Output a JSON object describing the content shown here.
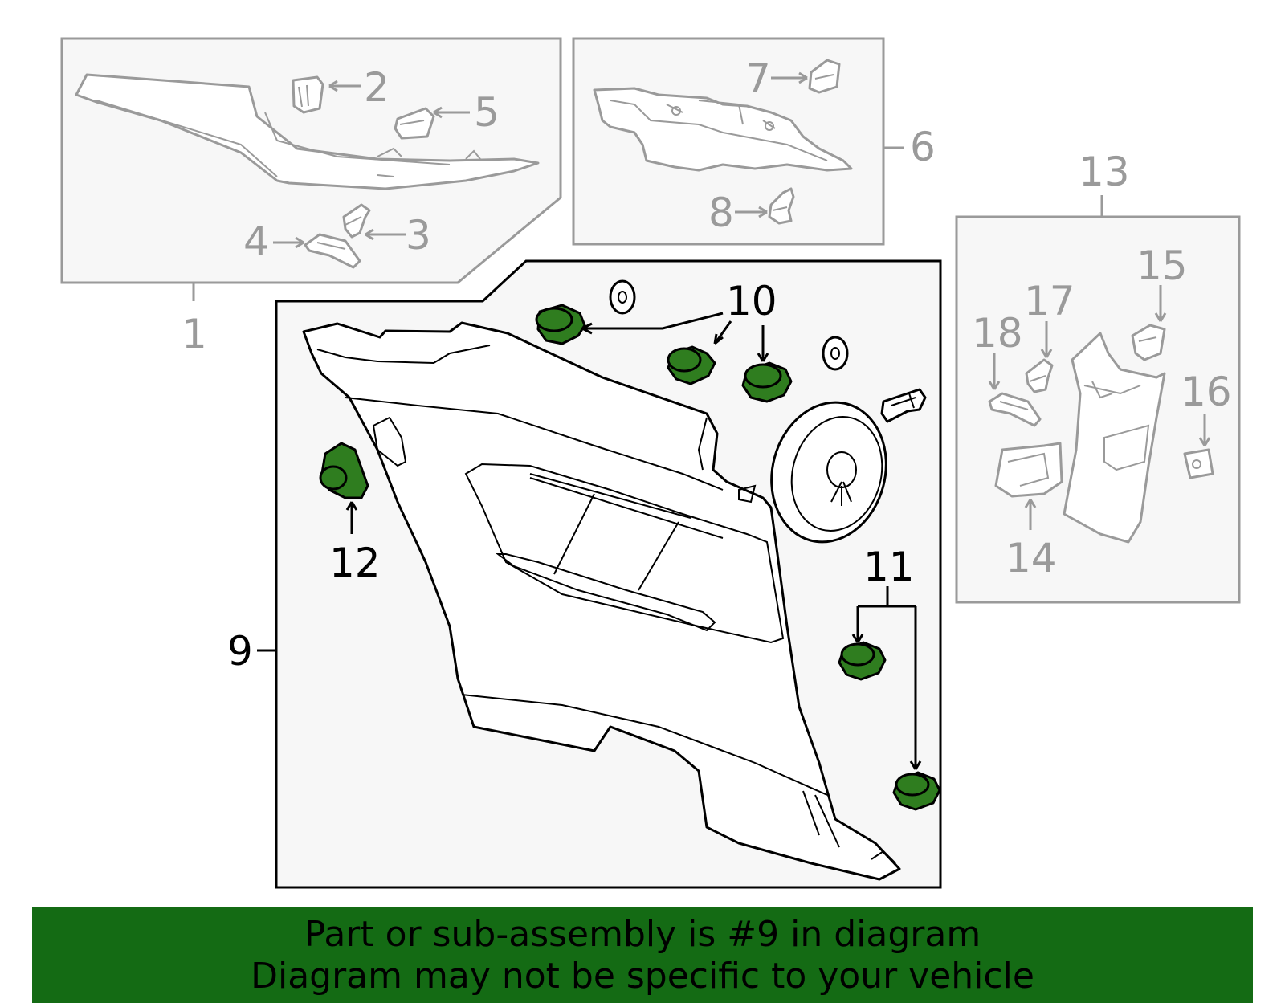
{
  "callouts": {
    "c1": "1",
    "c2": "2",
    "c3": "3",
    "c4": "4",
    "c5": "5",
    "c6": "6",
    "c7": "7",
    "c8": "8",
    "c9": "9",
    "c10": "10",
    "c11": "11",
    "c12": "12",
    "c13": "13",
    "c14": "14",
    "c15": "15",
    "c16": "16",
    "c17": "17",
    "c18": "18"
  },
  "banner": {
    "line1": "Part or sub-assembly is #9 in diagram",
    "line2": "Diagram may not be specific to your vehicle"
  },
  "colors": {
    "highlight_fill": "#2f7d1f",
    "banner_bg": "#146b14",
    "muted_outline": "#9a9a9a",
    "panel_bg": "#f7f7f7"
  }
}
